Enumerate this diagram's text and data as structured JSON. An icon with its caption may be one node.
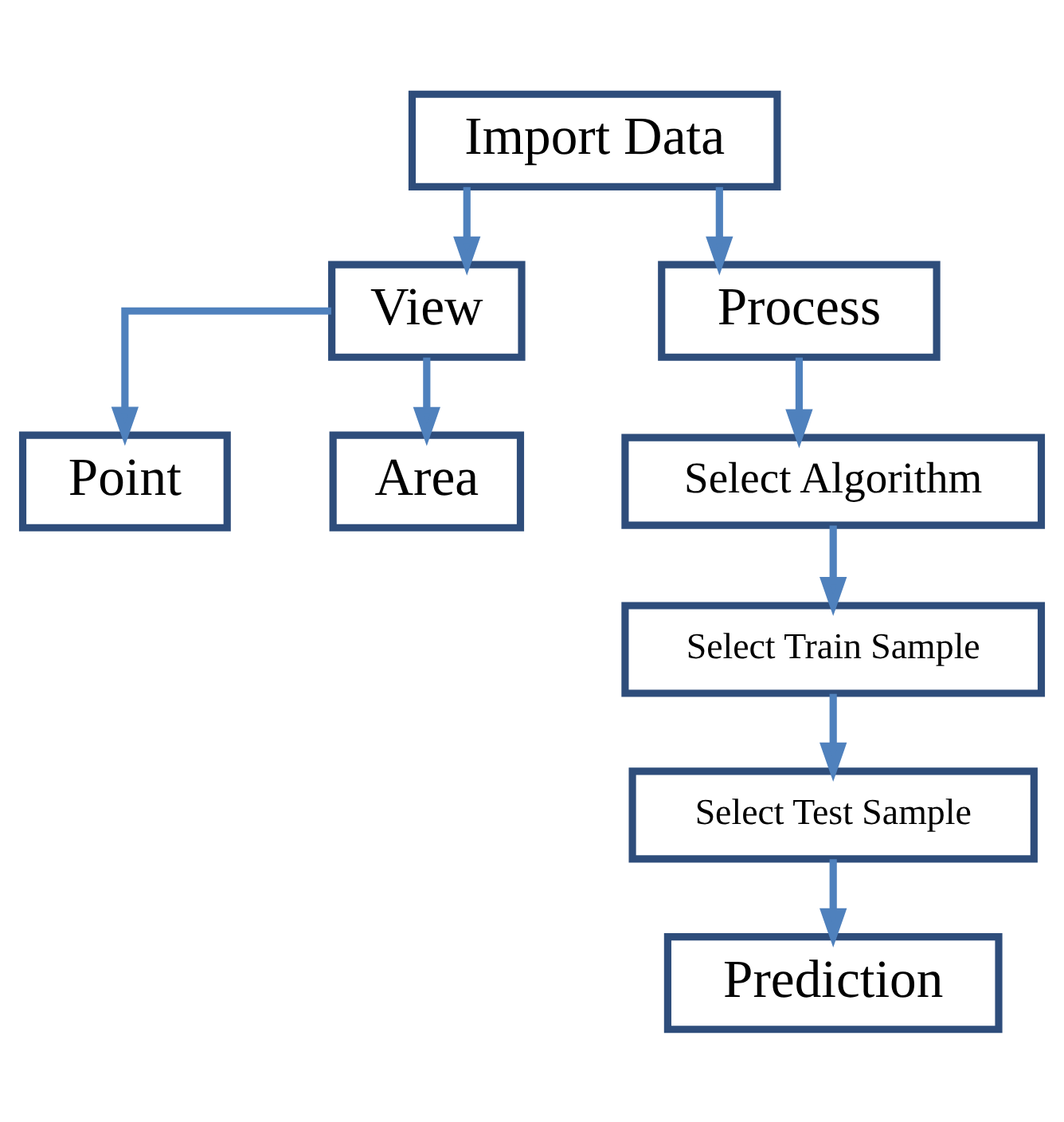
{
  "diagram": {
    "nodes": [
      {
        "text": [
          "Import Data"
        ]
      },
      {
        "text": [
          "View"
        ]
      },
      {
        "text": [
          "Process"
        ]
      },
      {
        "text": [
          "Point"
        ]
      },
      {
        "text": [
          "Area"
        ]
      },
      {
        "text": [
          "Select Algorithm"
        ]
      },
      {
        "text": [
          "Select Train Sample"
        ]
      },
      {
        "text": [
          "Select Test Sample"
        ]
      },
      {
        "text": [
          "Prediction"
        ]
      }
    ],
    "edges": [
      {
        "from": 0,
        "to": 1,
        "arrow": "to"
      },
      {
        "from": 0,
        "to": 2,
        "arrow": "to"
      },
      {
        "from": 1,
        "to": 3,
        "arrow": "to"
      },
      {
        "from": 1,
        "to": 4,
        "arrow": "to"
      },
      {
        "from": 2,
        "to": 5,
        "arrow": "to"
      },
      {
        "from": 5,
        "to": 6,
        "arrow": "to"
      },
      {
        "from": 6,
        "to": 7,
        "arrow": "to"
      },
      {
        "from": 7,
        "to": 8,
        "arrow": "to"
      }
    ]
  }
}
